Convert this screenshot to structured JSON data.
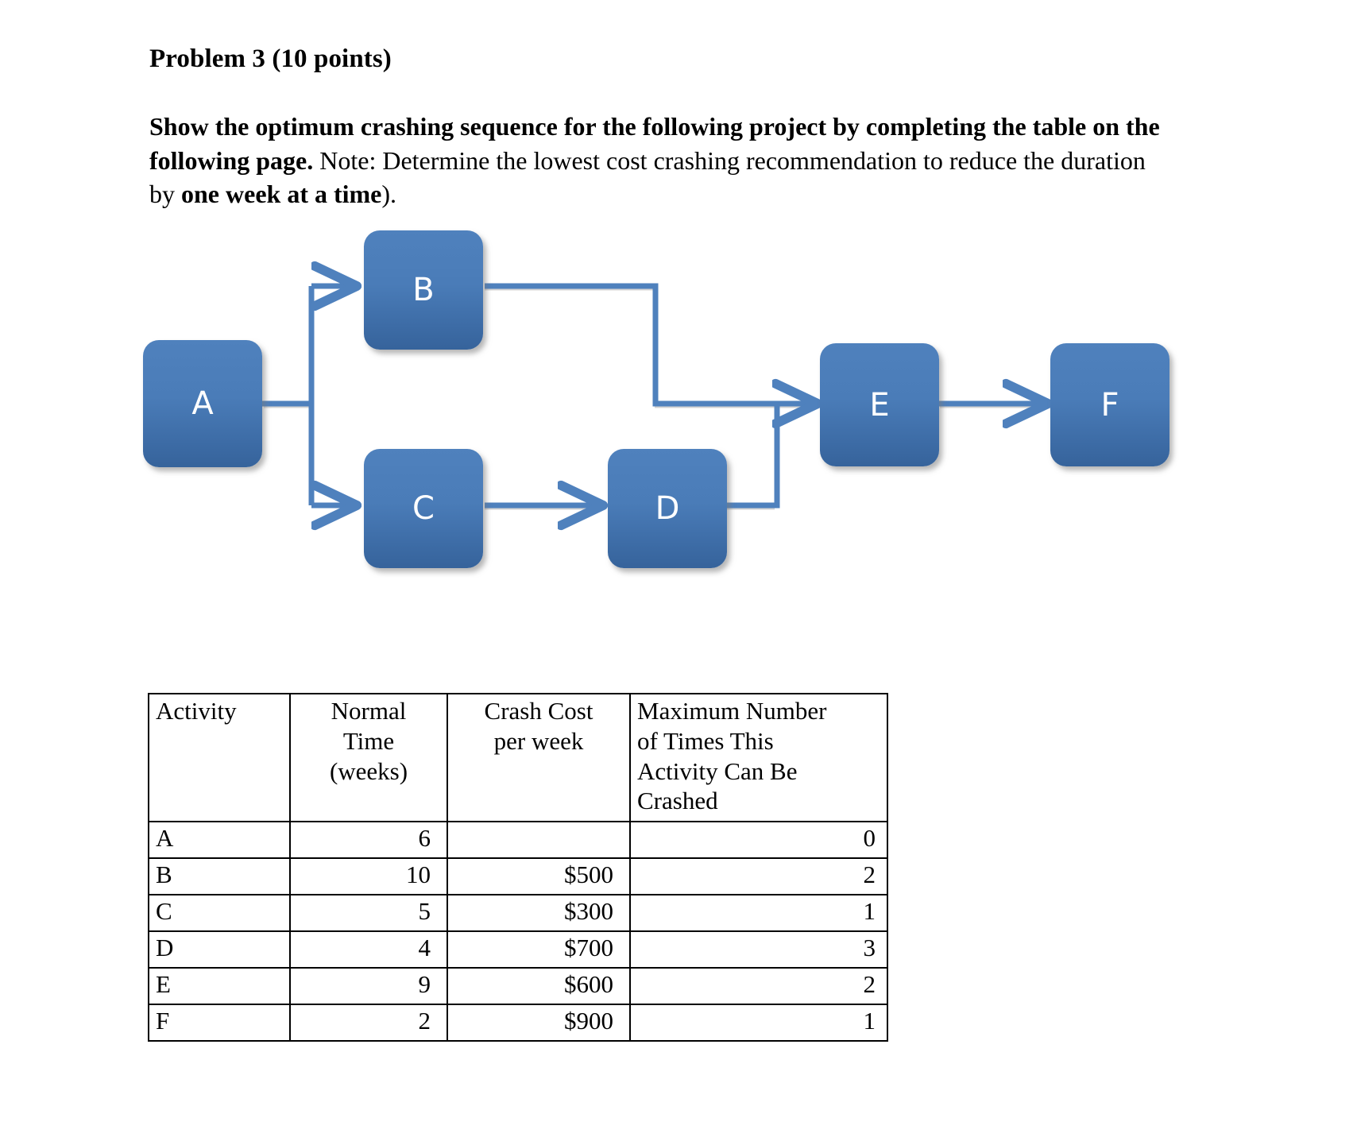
{
  "document": {
    "title": "Problem 3 (10 points)",
    "prompt": {
      "bold_lead": "Show the optimum crashing sequence for the following project by completing the table on the following page.",
      "note_plain": " Note: Determine the lowest cost crashing recommendation to reduce the duration by ",
      "bold_tail": "one week at a time",
      "closing": ")."
    }
  },
  "diagram": {
    "type": "activity-on-node-network",
    "nodes": [
      {
        "id": "A",
        "label": "A"
      },
      {
        "id": "B",
        "label": "B"
      },
      {
        "id": "C",
        "label": "C"
      },
      {
        "id": "D",
        "label": "D"
      },
      {
        "id": "E",
        "label": "E"
      },
      {
        "id": "F",
        "label": "F"
      }
    ],
    "edges": [
      {
        "from": "A",
        "to": "B"
      },
      {
        "from": "A",
        "to": "C"
      },
      {
        "from": "B",
        "to": "E"
      },
      {
        "from": "C",
        "to": "D"
      },
      {
        "from": "D",
        "to": "E"
      },
      {
        "from": "E",
        "to": "F"
      }
    ],
    "colors": {
      "node_fill_top": "#4f81bd",
      "node_fill_bottom": "#36639b",
      "node_text": "#ffffff",
      "connector": "#4f81bd"
    }
  },
  "chart_data": {
    "type": "table",
    "title": "Activity crashing data",
    "columns": [
      "Activity",
      "Normal Time (weeks)",
      "Crash Cost per week",
      "Maximum Number of Times This Activity Can Be Crashed"
    ],
    "headers": {
      "activity": "Activity",
      "normal_time_line1": "Normal",
      "normal_time_line2": "Time",
      "normal_time_line3": "(weeks)",
      "crash_cost_line1": "Crash Cost",
      "crash_cost_line2": "per week",
      "max_times_line1": "Maximum Number",
      "max_times_line2": "of Times This",
      "max_times_line3": "Activity Can Be",
      "max_times_line4": "Crashed"
    },
    "rows": [
      {
        "activity": "A",
        "normal_time": "6",
        "crash_cost": "",
        "max_crashes": "0"
      },
      {
        "activity": "B",
        "normal_time": "10",
        "crash_cost": "$500",
        "max_crashes": "2"
      },
      {
        "activity": "C",
        "normal_time": "5",
        "crash_cost": "$300",
        "max_crashes": "1"
      },
      {
        "activity": "D",
        "normal_time": "4",
        "crash_cost": "$700",
        "max_crashes": "3"
      },
      {
        "activity": "E",
        "normal_time": "9",
        "crash_cost": "$600",
        "max_crashes": "2"
      },
      {
        "activity": "F",
        "normal_time": "2",
        "crash_cost": "$900",
        "max_crashes": "1"
      }
    ]
  }
}
